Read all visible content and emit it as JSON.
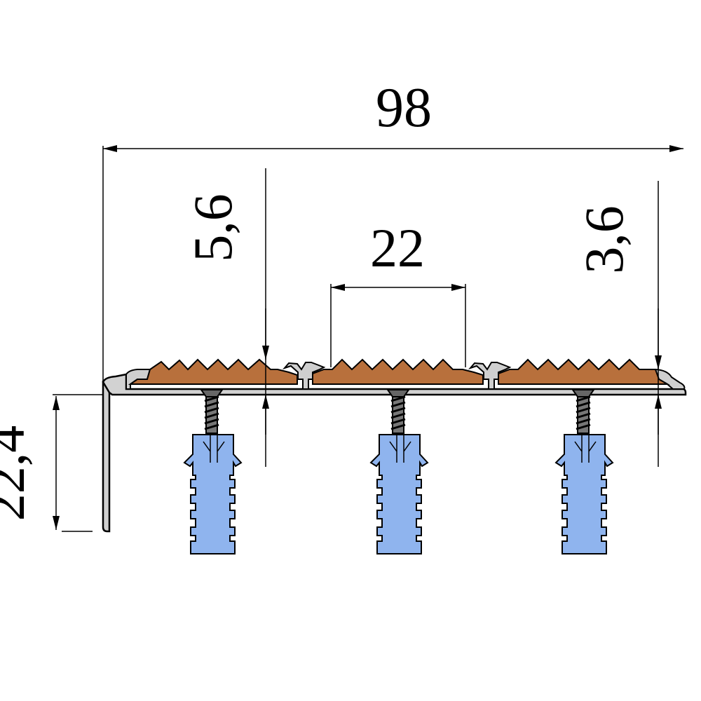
{
  "dimensions": {
    "overall_width": "98",
    "left_insert_height": "5,6",
    "groove_spacing": "22",
    "right_insert_height": "3,6",
    "profile_height": "22,4"
  },
  "colors": {
    "rubber_insert": "#b8703c",
    "aluminum_profile": "#c8c8c8",
    "anchor_plug": "#8fb4ee",
    "screw": "#555555",
    "line": "#000000"
  },
  "parts": [
    {
      "name": "aluminum-step-profile",
      "count": 1
    },
    {
      "name": "anti-slip-rubber-insert",
      "count": 3
    },
    {
      "name": "screw",
      "count": 3
    },
    {
      "name": "dowel",
      "count": 3
    }
  ]
}
